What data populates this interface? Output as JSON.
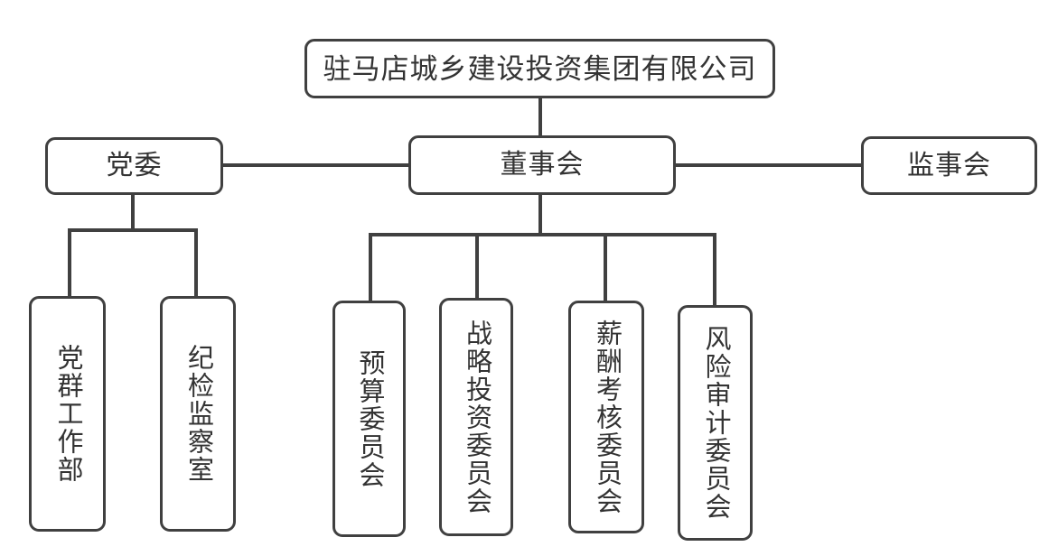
{
  "colors": {
    "line": "#404040",
    "node_border": "#404040",
    "node_background": "#ffffff",
    "text": "#333333",
    "page_background": "#ffffff"
  },
  "org": {
    "company": {
      "label": "驻马店城乡建设投资集团有限公司"
    },
    "party_committee": {
      "label": "党委"
    },
    "board": {
      "label": "董事会"
    },
    "supervisory_board": {
      "label": "监事会"
    },
    "party_mass_dept": {
      "label": "党群工作部"
    },
    "discipline_office": {
      "label": "纪检监察室"
    },
    "budget_committee": {
      "label": "预算委员会"
    },
    "strategy_committee": {
      "label": "战略投资委员会"
    },
    "compensation_committee": {
      "label": "薪酬考核委员会"
    },
    "risk_audit_committee": {
      "label": "风险审计委员会"
    }
  },
  "hierarchy": {
    "root": "company",
    "edges": [
      {
        "from": "company",
        "to": "board",
        "type": "parent-child"
      },
      {
        "from": "party_committee",
        "to": "board",
        "type": "peer"
      },
      {
        "from": "board",
        "to": "supervisory_board",
        "type": "peer"
      },
      {
        "from": "party_committee",
        "to": "party_mass_dept",
        "type": "parent-child"
      },
      {
        "from": "party_committee",
        "to": "discipline_office",
        "type": "parent-child"
      },
      {
        "from": "board",
        "to": "budget_committee",
        "type": "parent-child"
      },
      {
        "from": "board",
        "to": "strategy_committee",
        "type": "parent-child"
      },
      {
        "from": "board",
        "to": "compensation_committee",
        "type": "parent-child"
      },
      {
        "from": "board",
        "to": "risk_audit_committee",
        "type": "parent-child"
      }
    ]
  }
}
